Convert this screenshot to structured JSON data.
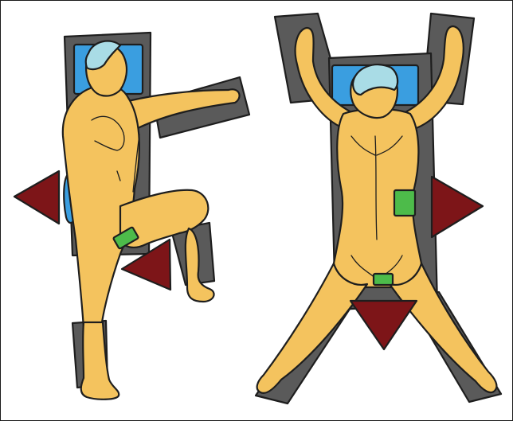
{
  "figure": {
    "text": "",
    "colors": {
      "skin": "#f4c35e",
      "outline": "#1e1e1e",
      "table": "#5a5a5a",
      "pillow": "#3a9ee0",
      "cap": "#a9dce6",
      "pad": "#4dbb4a",
      "arrow": "#7d1518",
      "background": "#ffffff"
    },
    "panels": [
      {
        "id": "left",
        "arrows": [
          {
            "icon": "arrow-left-icon"
          },
          {
            "icon": "arrow-right-icon"
          }
        ],
        "electrode_pads": 1,
        "gel_pads": 1
      },
      {
        "id": "right",
        "arrows": [
          {
            "icon": "arrow-right-icon"
          },
          {
            "icon": "arrow-down-icon"
          }
        ],
        "electrode_pads": 2
      }
    ]
  }
}
